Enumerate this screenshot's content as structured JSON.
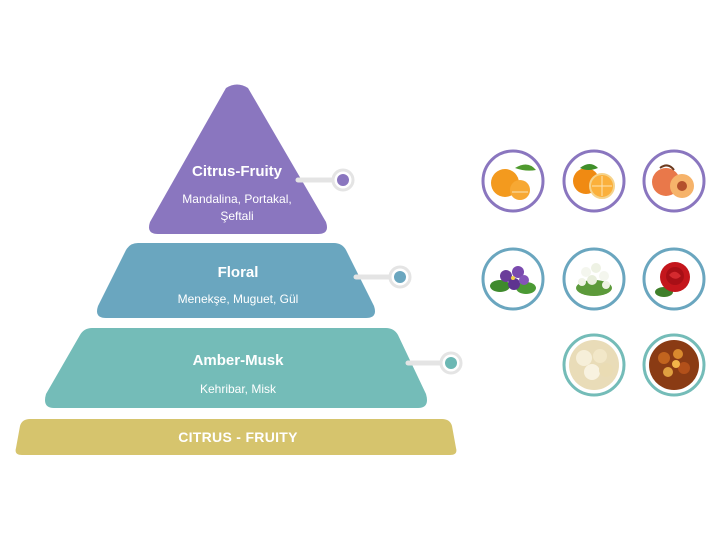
{
  "pyramid": {
    "top": {
      "title": "Citrus-Fruity",
      "notes_line1": "Mandalina, Portakal,",
      "notes_line2": "Şeftali",
      "color": "#8a76bf",
      "dot_color": "#8a76bf"
    },
    "middle": {
      "title": "Floral",
      "notes": "Menekşe, Muguet, Gül",
      "color": "#6aa6bf",
      "dot_color": "#6aa6bf"
    },
    "bottom": {
      "title": "Amber-Musk",
      "notes": "Kehribar, Misk",
      "color": "#74bcb8",
      "dot_color": "#6cb8b4"
    },
    "base": {
      "label": "CITRUS - FRUITY",
      "color": "#d6c46d"
    }
  },
  "ingredients": {
    "top_row": [
      {
        "icon": "mandarin-icon",
        "ring": "#8a76bf"
      },
      {
        "icon": "orange-icon",
        "ring": "#8a76bf"
      },
      {
        "icon": "peach-icon",
        "ring": "#8a76bf"
      }
    ],
    "middle_row": [
      {
        "icon": "violet-flower-icon",
        "ring": "#6aa6bf"
      },
      {
        "icon": "lily-of-the-valley-icon",
        "ring": "#6aa6bf"
      },
      {
        "icon": "rose-icon",
        "ring": "#6aa6bf"
      }
    ],
    "bottom_row": [
      {
        "icon": "amber-crystals-icon",
        "ring": "#74bcb8"
      },
      {
        "icon": "musk-resin-icon",
        "ring": "#74bcb8"
      }
    ]
  }
}
